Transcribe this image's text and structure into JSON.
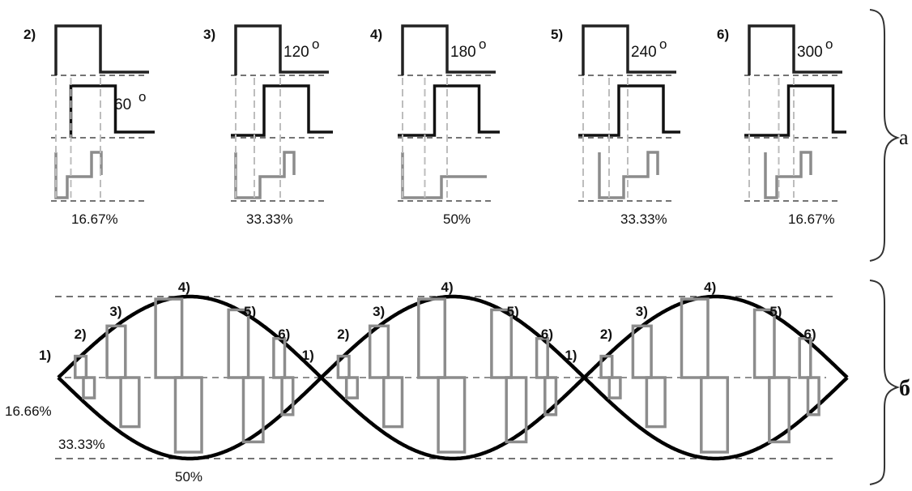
{
  "section_a": {
    "brace_label": "a",
    "panels": [
      {
        "number": "2)",
        "angle": "60",
        "percent": "16.67%",
        "phase": 60
      },
      {
        "number": "3)",
        "angle": "120",
        "percent": "33.33%",
        "phase": 120
      },
      {
        "number": "4)",
        "angle": "180",
        "percent": "50%",
        "phase": 180
      },
      {
        "number": "5)",
        "angle": "240",
        "percent": "33.33%",
        "phase": 240
      },
      {
        "number": "6)",
        "angle": "300",
        "percent": "16.67%",
        "phase": 300
      }
    ],
    "degree_symbol": "o"
  },
  "section_b": {
    "brace_label": "б",
    "point_labels": [
      "1)",
      "2)",
      "3)",
      "4)",
      "5)",
      "6)"
    ],
    "level_labels": {
      "p16": "16.66%",
      "p33": "33.33%",
      "p50": "50%"
    },
    "periods": 3
  },
  "colors": {
    "dark": "#222222",
    "gray": "#8c8c8c",
    "light": "#bdbdbd",
    "line": "#111111"
  }
}
